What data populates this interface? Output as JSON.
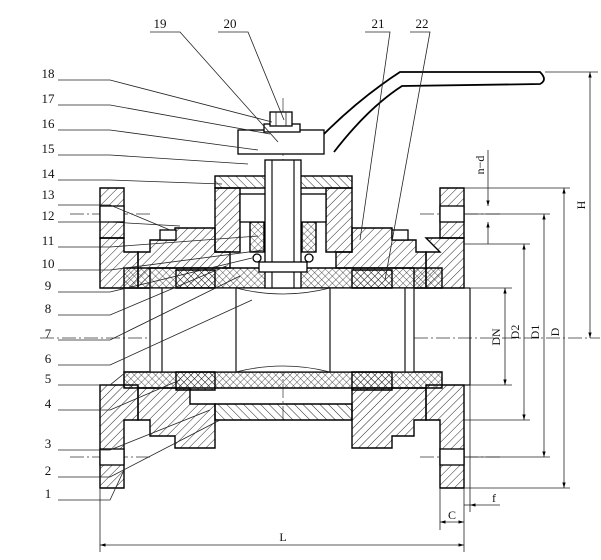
{
  "part_numbers": [
    "1",
    "2",
    "3",
    "4",
    "5",
    "6",
    "7",
    "8",
    "9",
    "10",
    "11",
    "12",
    "13",
    "14",
    "15",
    "16",
    "17",
    "18",
    "19",
    "20",
    "21",
    "22"
  ],
  "dimensions": {
    "length": "L",
    "flange_thickness": "C",
    "raised_face": "f",
    "nominal_diameter": "DN",
    "raised_face_diameter": "D2",
    "bolt_circle_diameter": "D1",
    "flange_outer_diameter": "D",
    "height": "H",
    "bolt_holes": "n−d"
  }
}
